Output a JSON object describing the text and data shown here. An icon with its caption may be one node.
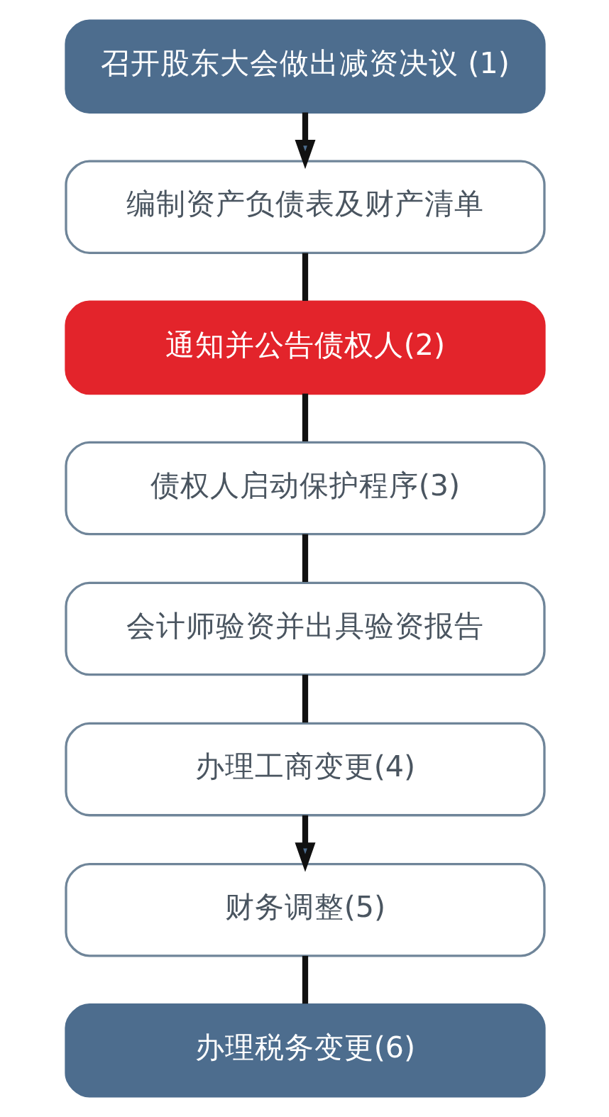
{
  "diagram": {
    "nodes": [
      {
        "text": [
          "召开股东大会做出减资决议 (1)"
        ]
      },
      {
        "text": [
          "编制资产负债表及财产清单"
        ]
      },
      {
        "text": [
          "通知并公告债权人(2)"
        ]
      },
      {
        "text": [
          "债权人启动保护程序(3)"
        ]
      },
      {
        "text": [
          "会计师验资并出具验资报告"
        ]
      },
      {
        "text": [
          "办理工商变更(4)"
        ]
      },
      {
        "text": [
          "财务调整(5)"
        ]
      },
      {
        "text": [
          "办理税务变更(6)"
        ]
      }
    ],
    "edges": [
      {
        "from": 0,
        "to": 1,
        "arrow": "to"
      },
      {
        "from": 1,
        "to": 2,
        "arrow": "none"
      },
      {
        "from": 2,
        "to": 3,
        "arrow": "none"
      },
      {
        "from": 3,
        "to": 4,
        "arrow": "none"
      },
      {
        "from": 4,
        "to": 5,
        "arrow": "none"
      },
      {
        "from": 5,
        "to": 6,
        "arrow": "to"
      },
      {
        "from": 6,
        "to": 7,
        "arrow": "none"
      }
    ]
  }
}
